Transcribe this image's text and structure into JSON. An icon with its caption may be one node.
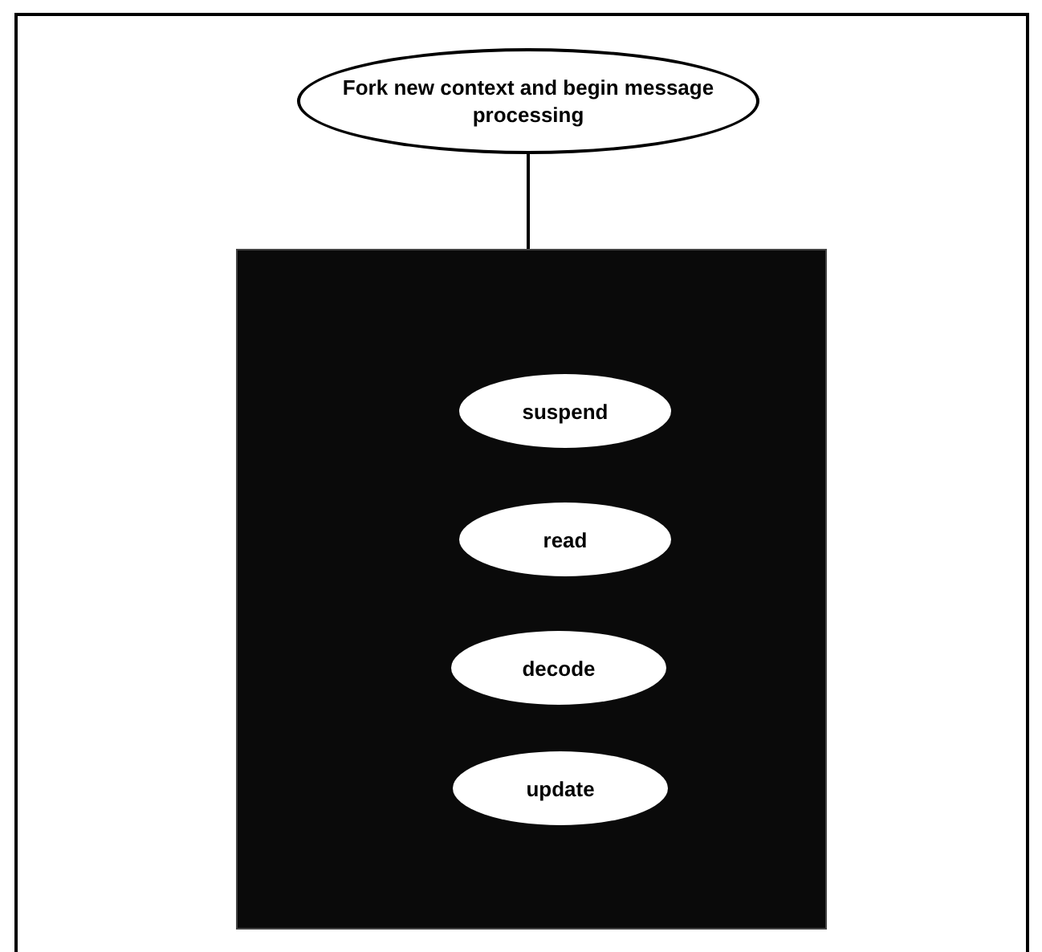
{
  "diagram": {
    "nodes": [
      {
        "text": [
          "Fork new context and begin message processing"
        ]
      },
      {
        "text": [],
        "shape": "box"
      },
      {
        "text": [
          "suspend"
        ],
        "in": 1
      },
      {
        "text": [
          "read"
        ],
        "in": 1
      },
      {
        "text": [
          "decode"
        ],
        "in": 1
      },
      {
        "text": [
          "update"
        ],
        "in": 1
      }
    ],
    "edges": [
      {
        "from": 0,
        "to": 1,
        "arrow": "none"
      }
    ]
  }
}
